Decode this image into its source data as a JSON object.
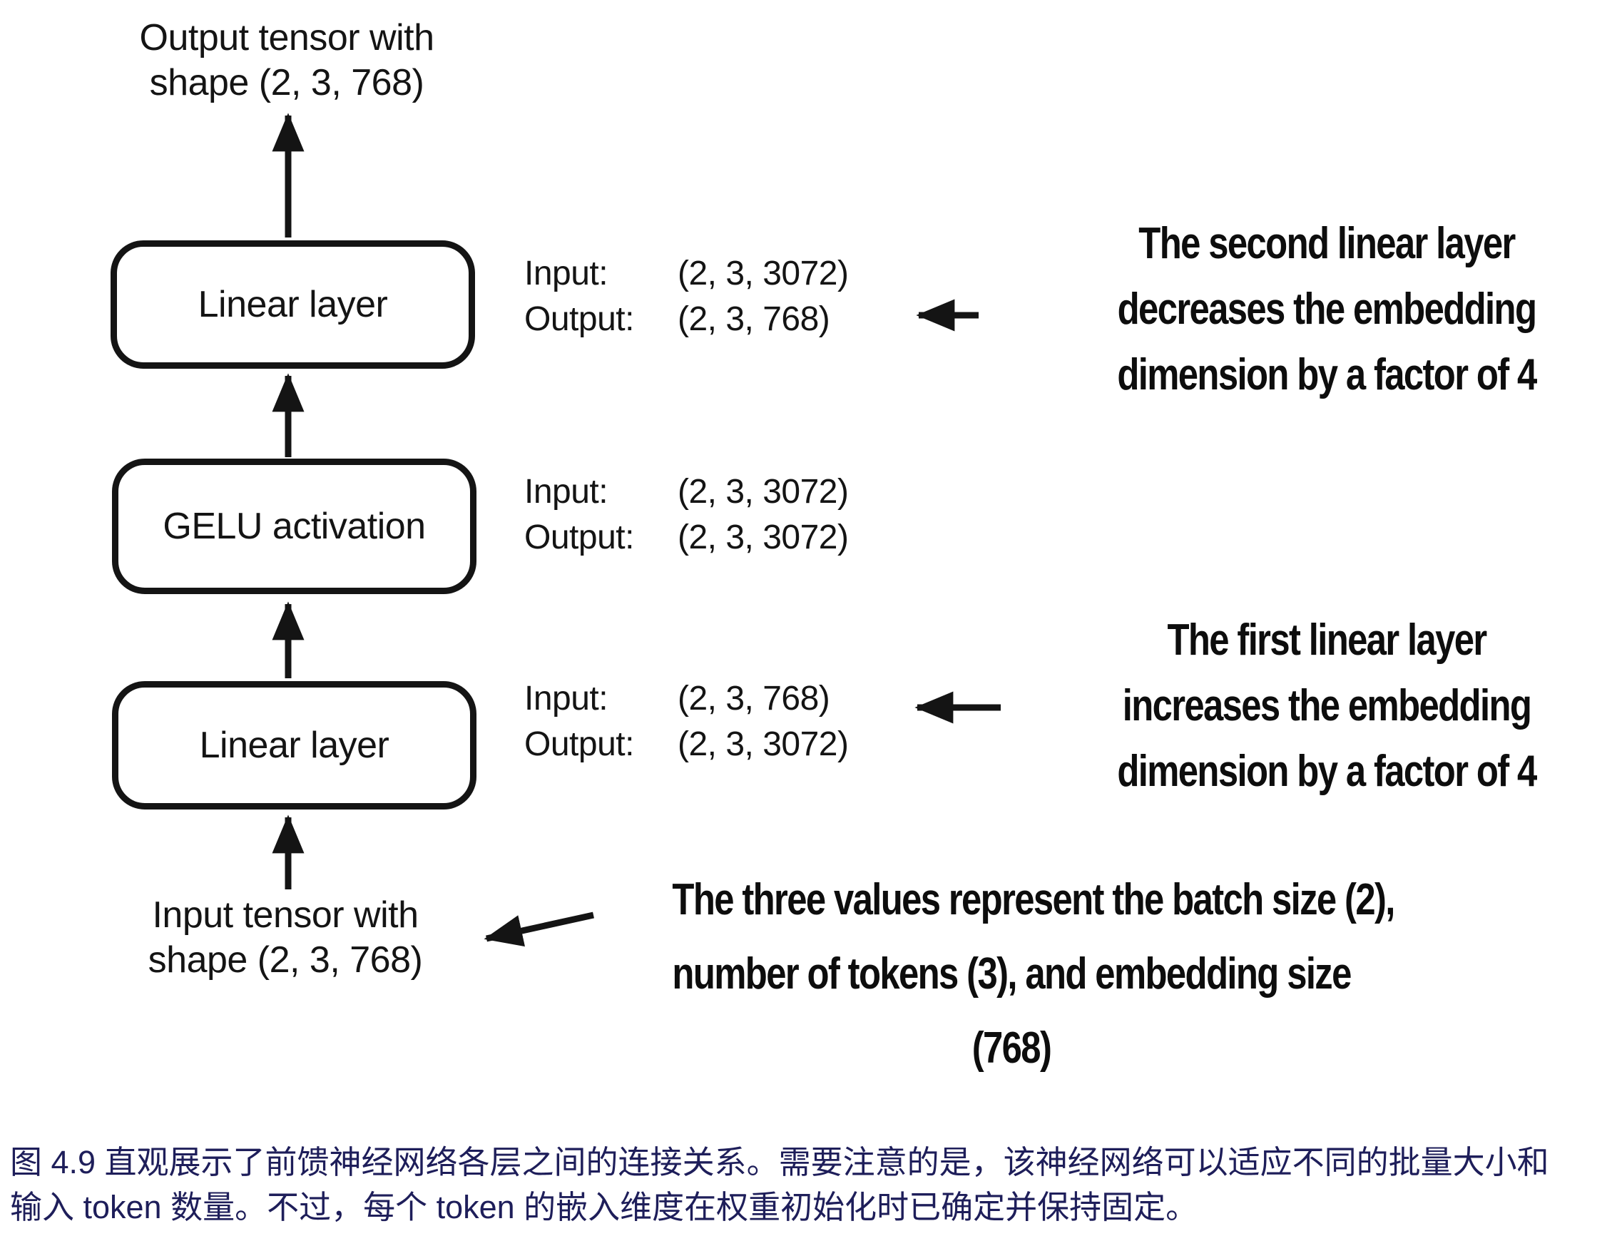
{
  "colors": {
    "ink": "#141414",
    "annotation_ink": "#0d0d0d",
    "caption_text": "#1e1e5a",
    "background": "#ffffff"
  },
  "diagram": {
    "output_tensor": {
      "line1": "Output tensor with",
      "line2": "shape (2, 3, 768)"
    },
    "boxes": [
      {
        "label": "Linear layer",
        "io": {
          "input_label": "Input:",
          "input_value": "(2, 3, 3072)",
          "output_label": "Output:",
          "output_value": "(2, 3, 768)"
        }
      },
      {
        "label": "GELU activation",
        "io": {
          "input_label": "Input:",
          "input_value": "(2, 3, 3072)",
          "output_label": "Output:",
          "output_value": "(2, 3, 3072)"
        }
      },
      {
        "label": "Linear layer",
        "io": {
          "input_label": "Input:",
          "input_value": "(2, 3, 768)",
          "output_label": "Output:",
          "output_value": "(2, 3, 3072)"
        }
      }
    ],
    "input_tensor": {
      "line1": "Input tensor with",
      "line2": "shape (2, 3, 768)"
    },
    "annotations": {
      "second_linear": {
        "line1": "The second linear layer",
        "line2": "decreases the embedding",
        "line3": "dimension by a factor of 4"
      },
      "first_linear": {
        "line1": "The first linear layer",
        "line2": "increases the embedding",
        "line3": "dimension by a factor of 4"
      },
      "tensor_values": {
        "line1": "The three values represent the batch size (2),",
        "line2": "number of tokens (3), and embedding size",
        "line3": "(768)"
      }
    }
  },
  "caption": {
    "line1": "图 4.9 直观展示了前馈神经网络各层之间的连接关系。需要注意的是，该神经网络可以适应不同的批量大小和",
    "line2": "输入 token 数量。不过，每个 token 的嵌入维度在权重初始化时已确定并保持固定。"
  }
}
